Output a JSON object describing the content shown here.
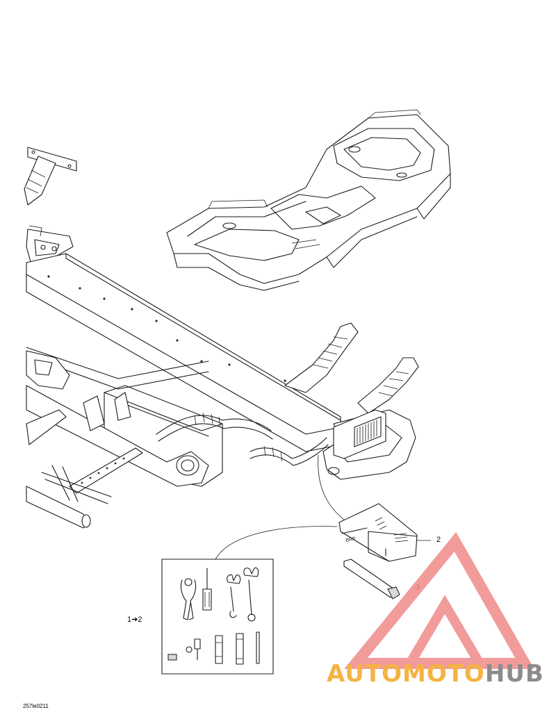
{
  "callouts": {
    "item_2": "2",
    "item_3": "3",
    "kit_ref": "1➔2"
  },
  "drawing_code": "257le0211",
  "watermark": {
    "part_1": "AUTO",
    "part_2": "MOTO",
    "part_3": "HUB",
    "color_1": "#f5b342",
    "color_2": "#f5b342",
    "color_3": "#8c8c8c",
    "logo_color": "#f08a8a"
  }
}
